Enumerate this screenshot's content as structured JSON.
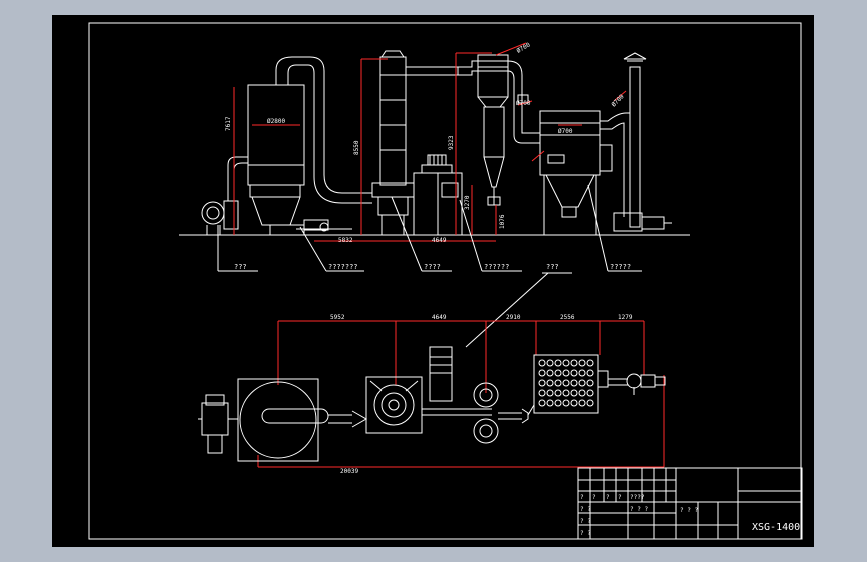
{
  "callouts": [
    "???",
    "???????",
    "????",
    "??????",
    "???",
    "?????"
  ],
  "dims_top": {
    "height_left": "7617",
    "diam_left": "Ø2800",
    "height_mid": "8550",
    "height_cyclone": "9323",
    "height_small": "3270",
    "height_small2": "1076",
    "diam_a": "Ø700",
    "diam_b": "Ø700",
    "diam_c": "Ø700",
    "diam_d": "Ø700",
    "len_a": "5832",
    "len_b": "4649"
  },
  "dims_plan": {
    "d1": "5952",
    "d2": "4649",
    "d3": "2910",
    "d4": "2556",
    "d5": "1279",
    "total": "20039"
  },
  "title_block": {
    "row_a": [
      "?",
      "?",
      "?",
      "?"
    ],
    "row_b": "? ? ?",
    "row_c": "????",
    "cells": [
      "? ?",
      "? ?",
      "? ?",
      "? ? ?"
    ],
    "drawing_no": "XSG-1400"
  }
}
